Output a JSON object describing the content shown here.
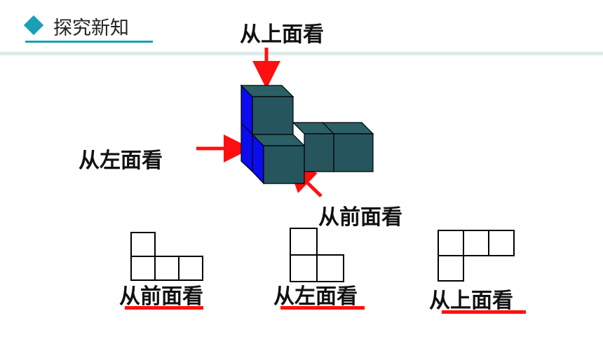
{
  "header": {
    "title": "探究新知",
    "accent": "#1aa0b4"
  },
  "diagram": {
    "labels": {
      "top": "从上面看",
      "left": "从左面看",
      "front": "从前面看"
    },
    "arrow_color": "#ff1010",
    "cube_colors": {
      "face": "#27555e",
      "side": "#0c0cf0",
      "top": "#2b6166"
    },
    "views": [
      {
        "caption": "从前面看"
      },
      {
        "caption": "从左面看"
      },
      {
        "caption": "从上面看"
      }
    ]
  }
}
